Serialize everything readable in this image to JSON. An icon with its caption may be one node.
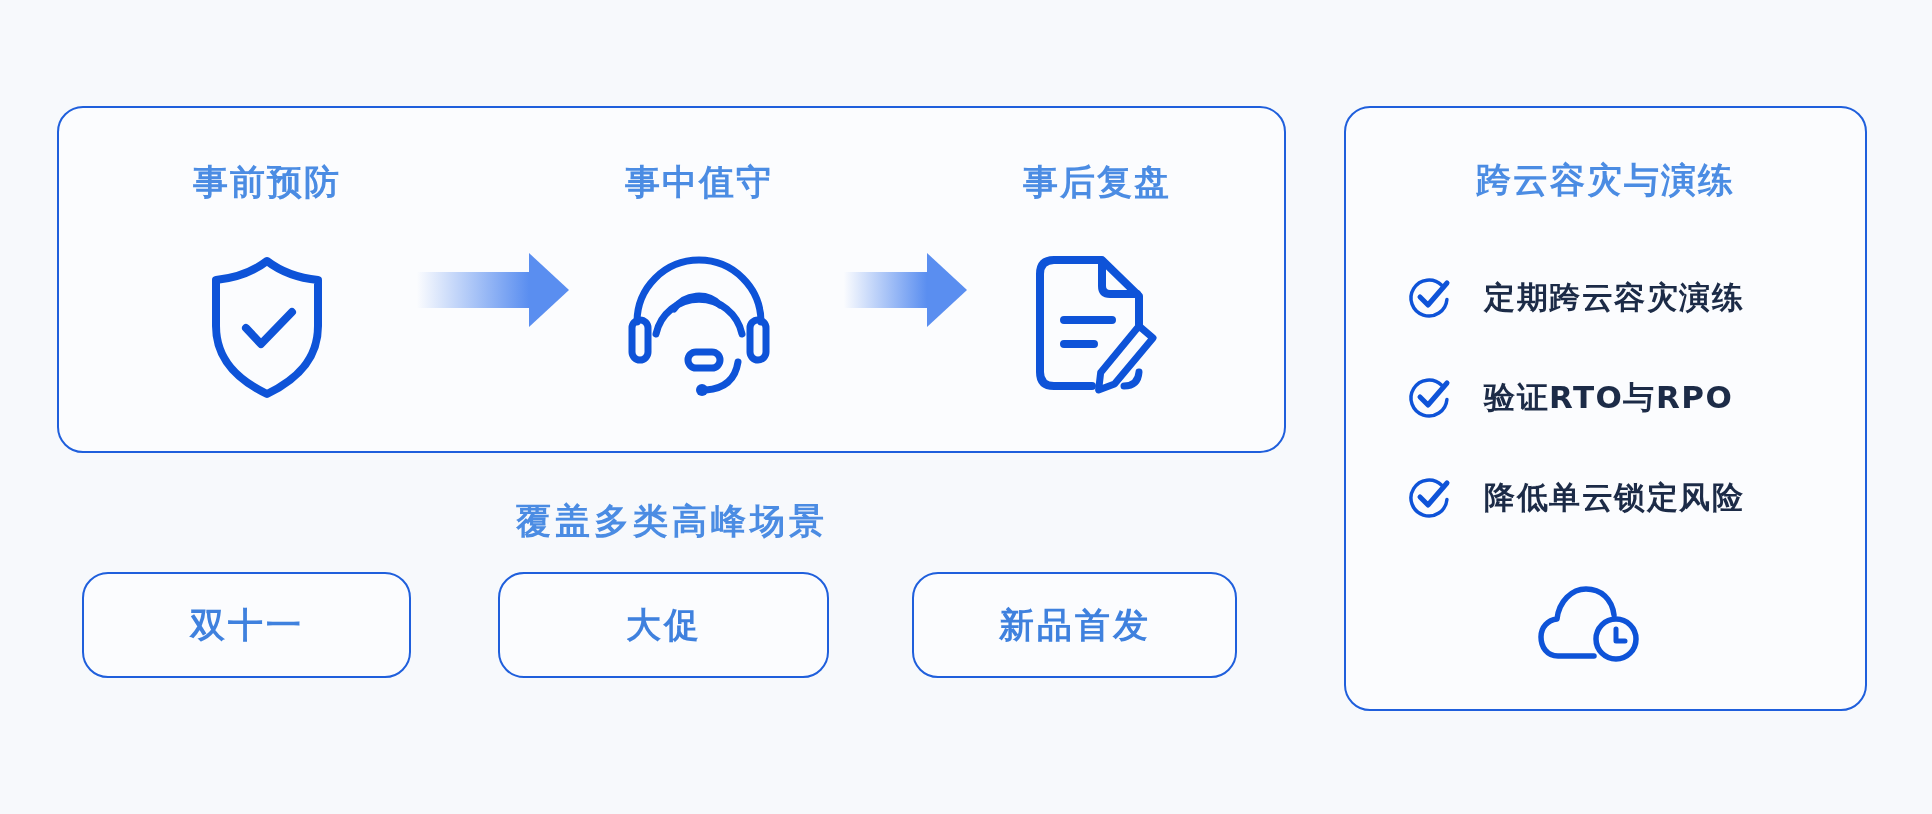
{
  "diagram": {
    "nodes": [
      {
        "text": [],
        "shape": "box"
      },
      {
        "text": [
          "事前预防"
        ],
        "in": 0
      },
      {
        "text": [
          "事中值守"
        ],
        "in": 0
      },
      {
        "text": [
          "事后复盘"
        ],
        "in": 0
      },
      {
        "text": [
          "跨云容灾与演练",
          "定期跨云容灾演练",
          "验证RTO与RPO",
          "降低单云锁定风险"
        ]
      },
      {
        "text": [
          "双十一"
        ]
      },
      {
        "text": [
          "大促"
        ]
      },
      {
        "text": [
          "新品首发"
        ]
      }
    ],
    "edges": [
      {
        "from": 1,
        "to": 2,
        "arrow": "to"
      },
      {
        "from": 2,
        "to": 3,
        "arrow": "to"
      }
    ],
    "labels": [
      "覆盖多类高峰场景"
    ]
  }
}
